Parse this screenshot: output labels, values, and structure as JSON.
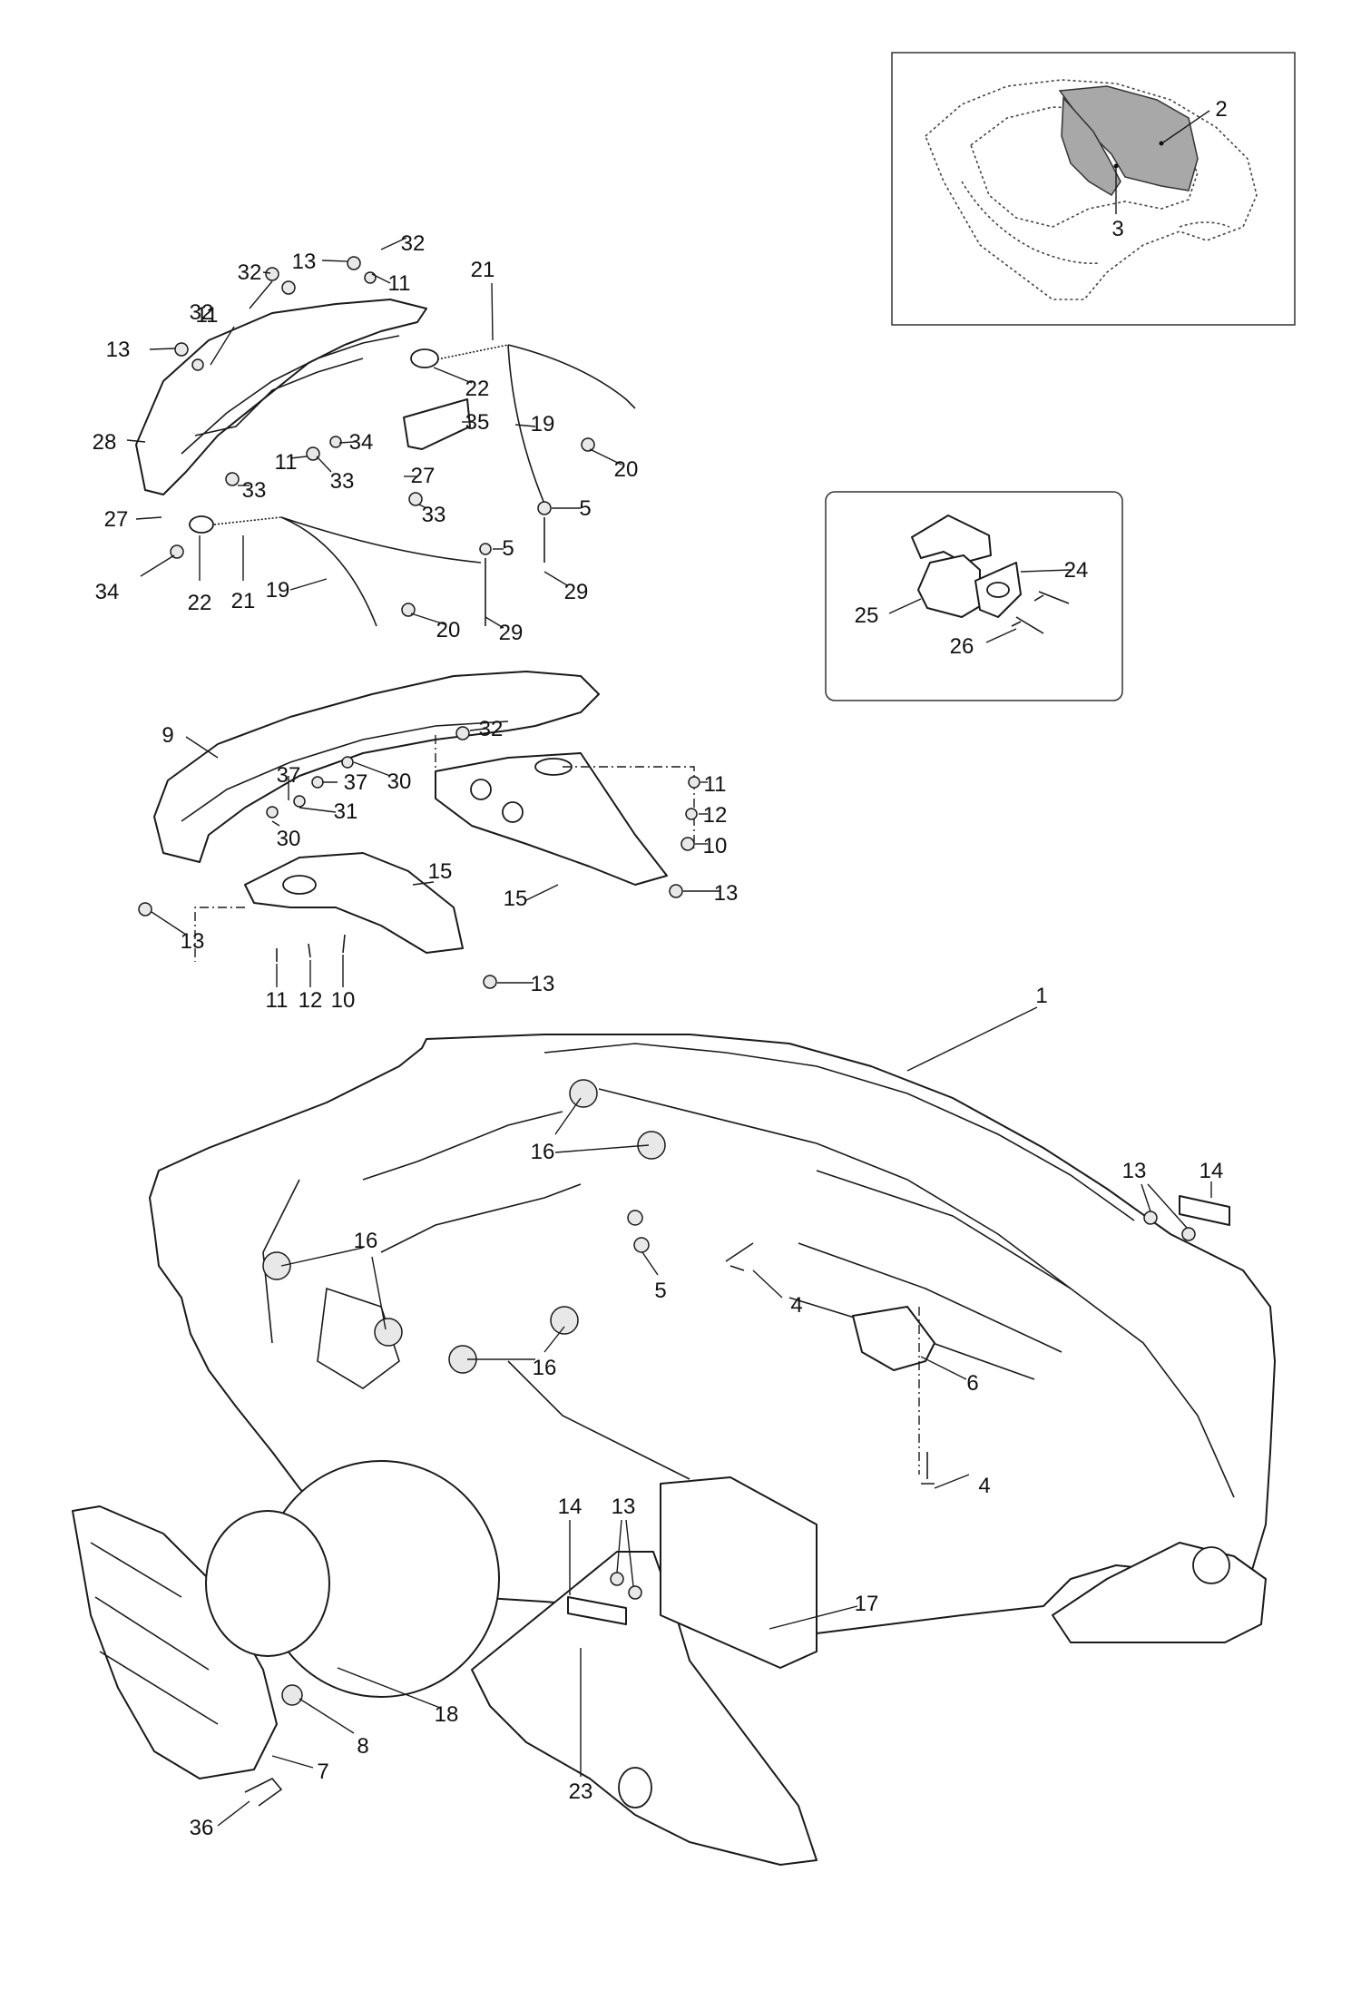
{
  "callouts": [
    {
      "id": "c1",
      "label": "1"
    },
    {
      "id": "c2",
      "label": "2"
    },
    {
      "id": "c3",
      "label": "3"
    },
    {
      "id": "c4a",
      "label": "4"
    },
    {
      "id": "c4b",
      "label": "4"
    },
    {
      "id": "c5a",
      "label": "5"
    },
    {
      "id": "c5b",
      "label": "5"
    },
    {
      "id": "c5c",
      "label": "5"
    },
    {
      "id": "c6",
      "label": "6"
    },
    {
      "id": "c7",
      "label": "7"
    },
    {
      "id": "c8",
      "label": "8"
    },
    {
      "id": "c9",
      "label": "9"
    },
    {
      "id": "c10a",
      "label": "10"
    },
    {
      "id": "c10b",
      "label": "10"
    },
    {
      "id": "c11a",
      "label": "11"
    },
    {
      "id": "c11b",
      "label": "11"
    },
    {
      "id": "c11c",
      "label": "11"
    },
    {
      "id": "c11d",
      "label": "11"
    },
    {
      "id": "c11e",
      "label": "11"
    },
    {
      "id": "c12a",
      "label": "12"
    },
    {
      "id": "c12b",
      "label": "12"
    },
    {
      "id": "c13a",
      "label": "13"
    },
    {
      "id": "c13b",
      "label": "13"
    },
    {
      "id": "c13c",
      "label": "13"
    },
    {
      "id": "c13d",
      "label": "13"
    },
    {
      "id": "c13e",
      "label": "13"
    },
    {
      "id": "c13f",
      "label": "13"
    },
    {
      "id": "c13g",
      "label": "13"
    },
    {
      "id": "c14a",
      "label": "14"
    },
    {
      "id": "c14b",
      "label": "14"
    },
    {
      "id": "c15a",
      "label": "15"
    },
    {
      "id": "c15b",
      "label": "15"
    },
    {
      "id": "c16a",
      "label": "16"
    },
    {
      "id": "c16b",
      "label": "16"
    },
    {
      "id": "c16c",
      "label": "16"
    },
    {
      "id": "c17",
      "label": "17"
    },
    {
      "id": "c18",
      "label": "18"
    },
    {
      "id": "c19a",
      "label": "19"
    },
    {
      "id": "c19b",
      "label": "19"
    },
    {
      "id": "c20a",
      "label": "20"
    },
    {
      "id": "c20b",
      "label": "20"
    },
    {
      "id": "c21a",
      "label": "21"
    },
    {
      "id": "c21b",
      "label": "21"
    },
    {
      "id": "c22a",
      "label": "22"
    },
    {
      "id": "c22b",
      "label": "22"
    },
    {
      "id": "c23",
      "label": "23"
    },
    {
      "id": "c24",
      "label": "24"
    },
    {
      "id": "c25",
      "label": "25"
    },
    {
      "id": "c26",
      "label": "26"
    },
    {
      "id": "c27a",
      "label": "27"
    },
    {
      "id": "c27b",
      "label": "27"
    },
    {
      "id": "c28",
      "label": "28"
    },
    {
      "id": "c29a",
      "label": "29"
    },
    {
      "id": "c29b",
      "label": "29"
    },
    {
      "id": "c30a",
      "label": "30"
    },
    {
      "id": "c30b",
      "label": "30"
    },
    {
      "id": "c31",
      "label": "31"
    },
    {
      "id": "c32a",
      "label": "32"
    },
    {
      "id": "c32b",
      "label": "32"
    },
    {
      "id": "c32c",
      "label": "32"
    },
    {
      "id": "c32d",
      "label": "32"
    },
    {
      "id": "c33a",
      "label": "33"
    },
    {
      "id": "c33b",
      "label": "33"
    },
    {
      "id": "c33c",
      "label": "33"
    },
    {
      "id": "c34a",
      "label": "34"
    },
    {
      "id": "c34b",
      "label": "34"
    },
    {
      "id": "c35",
      "label": "35"
    },
    {
      "id": "c36",
      "label": "36"
    },
    {
      "id": "c37a",
      "label": "37"
    },
    {
      "id": "c37b",
      "label": "37"
    }
  ]
}
